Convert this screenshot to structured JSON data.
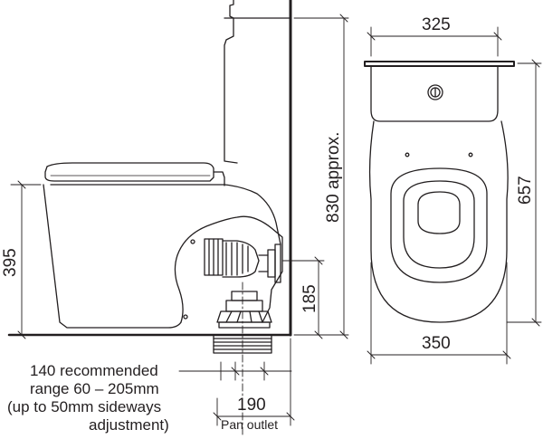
{
  "diagram": {
    "type": "technical drawing",
    "subject": "Close-coupled back-to-wall toilet suite",
    "views": [
      "side elevation",
      "plan view"
    ],
    "colors": {
      "line": "#231f20",
      "background": "#ffffff"
    }
  },
  "side_view": {
    "dimensions": {
      "seat_height": "395",
      "overall_height": "830 approx.",
      "outlet_height": "185",
      "outlet_setout": "190"
    },
    "labels": {
      "pan_outlet": "Pan outlet"
    },
    "note": {
      "line1": "140 recommended",
      "line2": "range 60 – 205mm",
      "line3": "(up to 50mm sideways",
      "line4": "adjustment)"
    }
  },
  "plan_view": {
    "dimensions": {
      "cistern_width": "325",
      "pan_width": "350",
      "overall_depth": "657"
    }
  }
}
